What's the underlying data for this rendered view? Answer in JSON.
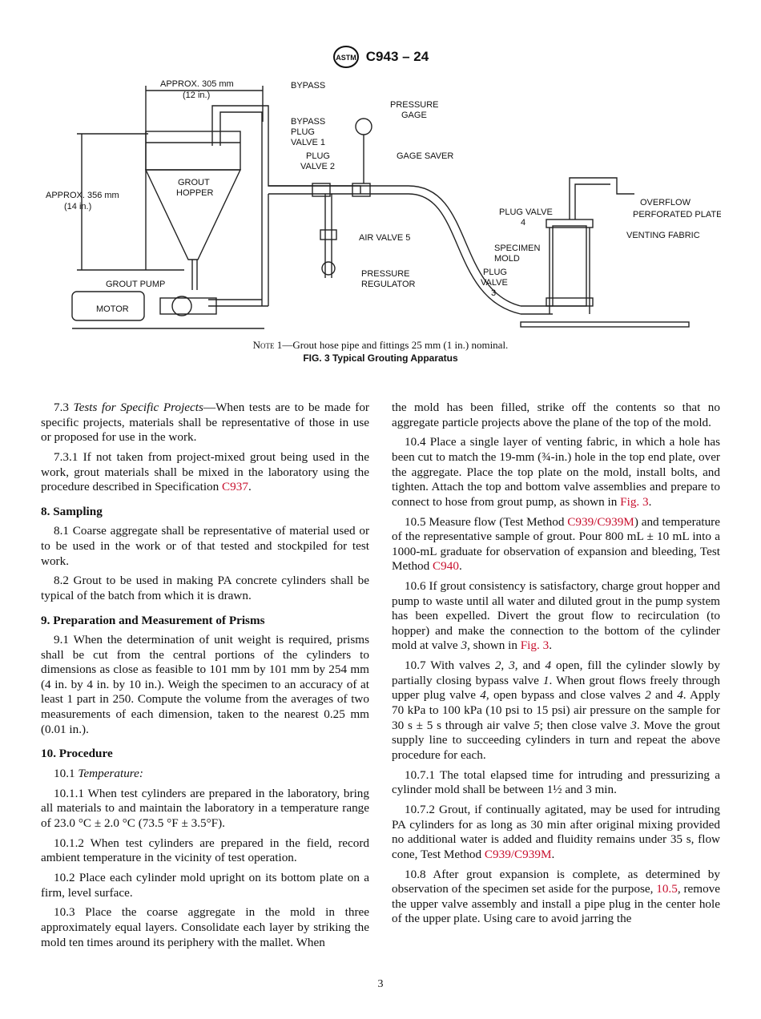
{
  "header": {
    "standard": "C943 – 24"
  },
  "figure": {
    "labels": {
      "approx_305": "APPROX. 305 mm",
      "in_12": "(12 in.)",
      "bypass": "BYPASS",
      "pressure": "PRESSURE",
      "gage": "GAGE",
      "bypass2": "BYPASS",
      "plug": "PLUG",
      "valve_1": "VALVE 1",
      "plug2": "PLUG",
      "valve_2": "VALVE 2",
      "gage_saver": "GAGE SAVER",
      "grout": "GROUT",
      "hopper": "HOPPER",
      "approx_356": "APPROX. 356 mm",
      "in_14": "(14 in.)",
      "air_valve_5": "AIR VALVE 5",
      "pressure2": "PRESSURE",
      "regulator": "REGULATOR",
      "grout_pump": "GROUT PUMP",
      "motor": "MOTOR",
      "plug_valve_4a": "PLUG VALVE",
      "plug_valve_4b": "4",
      "overflow": "OVERFLOW",
      "perforated_plate": "PERFORATED PLATE",
      "venting_fabric": "VENTING FABRIC",
      "specimen": "SPECIMEN",
      "mold": "MOLD",
      "plug3": "PLUG",
      "valve3": "VALVE",
      "num3": "3"
    },
    "note_prefix": "Note 1",
    "note_text": "—Grout hose pipe and fittings 25 mm (1 in.) nominal.",
    "caption": "FIG. 3 Typical Grouting Apparatus"
  },
  "left": {
    "p73_num": "7.3 ",
    "p73_title": "Tests for Specific Projects",
    "p73_text": "—When tests are to be made for specific projects, materials shall be representative of those in use or proposed for use in the work.",
    "p731_text": "7.3.1 If not taken from project-mixed grout being used in the work, grout materials shall be mixed in the laboratory using the procedure described in Specification ",
    "p731_link": "C937",
    "p731_end": ".",
    "h8": "8. Sampling",
    "p81": "8.1 Coarse aggregate shall be representative of material used or to be used in the work or of that tested and stockpiled for test work.",
    "p82": "8.2 Grout to be used in making PA concrete cylinders shall be typical of the batch from which it is drawn.",
    "h9": "9. Preparation and Measurement of Prisms",
    "p91": "9.1 When the determination of unit weight is required, prisms shall be cut from the central portions of the cylinders to dimensions as close as feasible to 101 mm by 101 mm by 254 mm (4 in. by 4 in. by 10 in.). Weigh the specimen to an accuracy of at least 1 part in 250. Compute the volume from the averages of two measurements of each dimension, taken to the nearest 0.25 mm (0.01 in.).",
    "h10": "10. Procedure",
    "p101_num": "10.1 ",
    "p101_title": "Temperature:",
    "p1011": "10.1.1 When test cylinders are prepared in the laboratory, bring all materials to and maintain the laboratory in a temperature range of 23.0 °C ± 2.0 °C (73.5 °F ± 3.5°F).",
    "p1012": "10.1.2 When test cylinders are prepared in the field, record ambient temperature in the vicinity of test operation.",
    "p102": "10.2 Place each cylinder mold upright on its bottom plate on a firm, level surface.",
    "p103": "10.3 Place the coarse aggregate in the mold in three approximately equal layers. Consolidate each layer by striking the mold ten times around its periphery with the mallet. When"
  },
  "right": {
    "p103_cont": "the mold has been filled, strike off the contents so that no aggregate particle projects above the plane of the top of the mold.",
    "p104_a": "10.4 Place a single layer of venting fabric, in which a hole has been cut to match the 19-mm (¾-in.) hole in the top end plate, over the aggregate. Place the top plate on the mold, install bolts, and tighten. Attach the top and bottom valve assemblies and prepare to connect to hose from grout pump, as shown in ",
    "p104_link": "Fig. 3",
    "p104_end": ".",
    "p105_a": "10.5 Measure flow (Test Method ",
    "p105_link1": "C939/C939M",
    "p105_b": ") and temperature of the representative sample of grout. Pour 800 mL ± 10 mL into a 1000-mL graduate for observation of expansion and bleeding, Test Method ",
    "p105_link2": "C940",
    "p105_end": ".",
    "p106_a": "10.6 If grout consistency is satisfactory, charge grout hopper and pump to waste until all water and diluted grout in the pump system has been expelled. Divert the grout flow to recirculation (to hopper) and make the connection to the bottom of the cylinder mold at valve ",
    "p106_i": "3",
    "p106_b": ", shown in ",
    "p106_link": "Fig. 3",
    "p106_end": ".",
    "p107_1": "10.7 With valves ",
    "p107_i2": "2",
    "p107_2": ", ",
    "p107_i3": "3",
    "p107_3": ", and ",
    "p107_i4": "4",
    "p107_4": " open, fill the cylinder slowly by partially closing bypass valve ",
    "p107_i1": "1",
    "p107_5": ". When grout flows freely through upper plug valve ",
    "p107_i4b": "4",
    "p107_6": ", open bypass and close valves ",
    "p107_i2b": "2",
    "p107_7": " and ",
    "p107_i4c": "4",
    "p107_8": ". Apply 70 kPa to 100 kPa (10 psi to 15 psi) air pressure on the sample for 30 s ± 5 s through air valve ",
    "p107_i5": "5",
    "p107_9": "; then close valve ",
    "p107_i3b": "3",
    "p107_10": ". Move the grout supply line to succeeding cylinders in turn and repeat the above procedure for each.",
    "p1071": "10.7.1 The total elapsed time for intruding and pressurizing a cylinder mold shall be between 1½ and 3 min.",
    "p1072_a": "10.7.2 Grout, if continually agitated, may be used for intruding PA cylinders for as long as 30 min after original mixing provided no additional water is added and fluidity remains under 35 s, flow cone, Test Method ",
    "p1072_link": "C939/C939M",
    "p1072_end": ".",
    "p108_a": "10.8 After grout expansion is complete, as determined by observation of the specimen set aside for the purpose, ",
    "p108_link": "10.5",
    "p108_b": ", remove the upper valve assembly and install a pipe plug in the center hole of the upper plate. Using care to avoid jarring the"
  },
  "page_number": "3"
}
